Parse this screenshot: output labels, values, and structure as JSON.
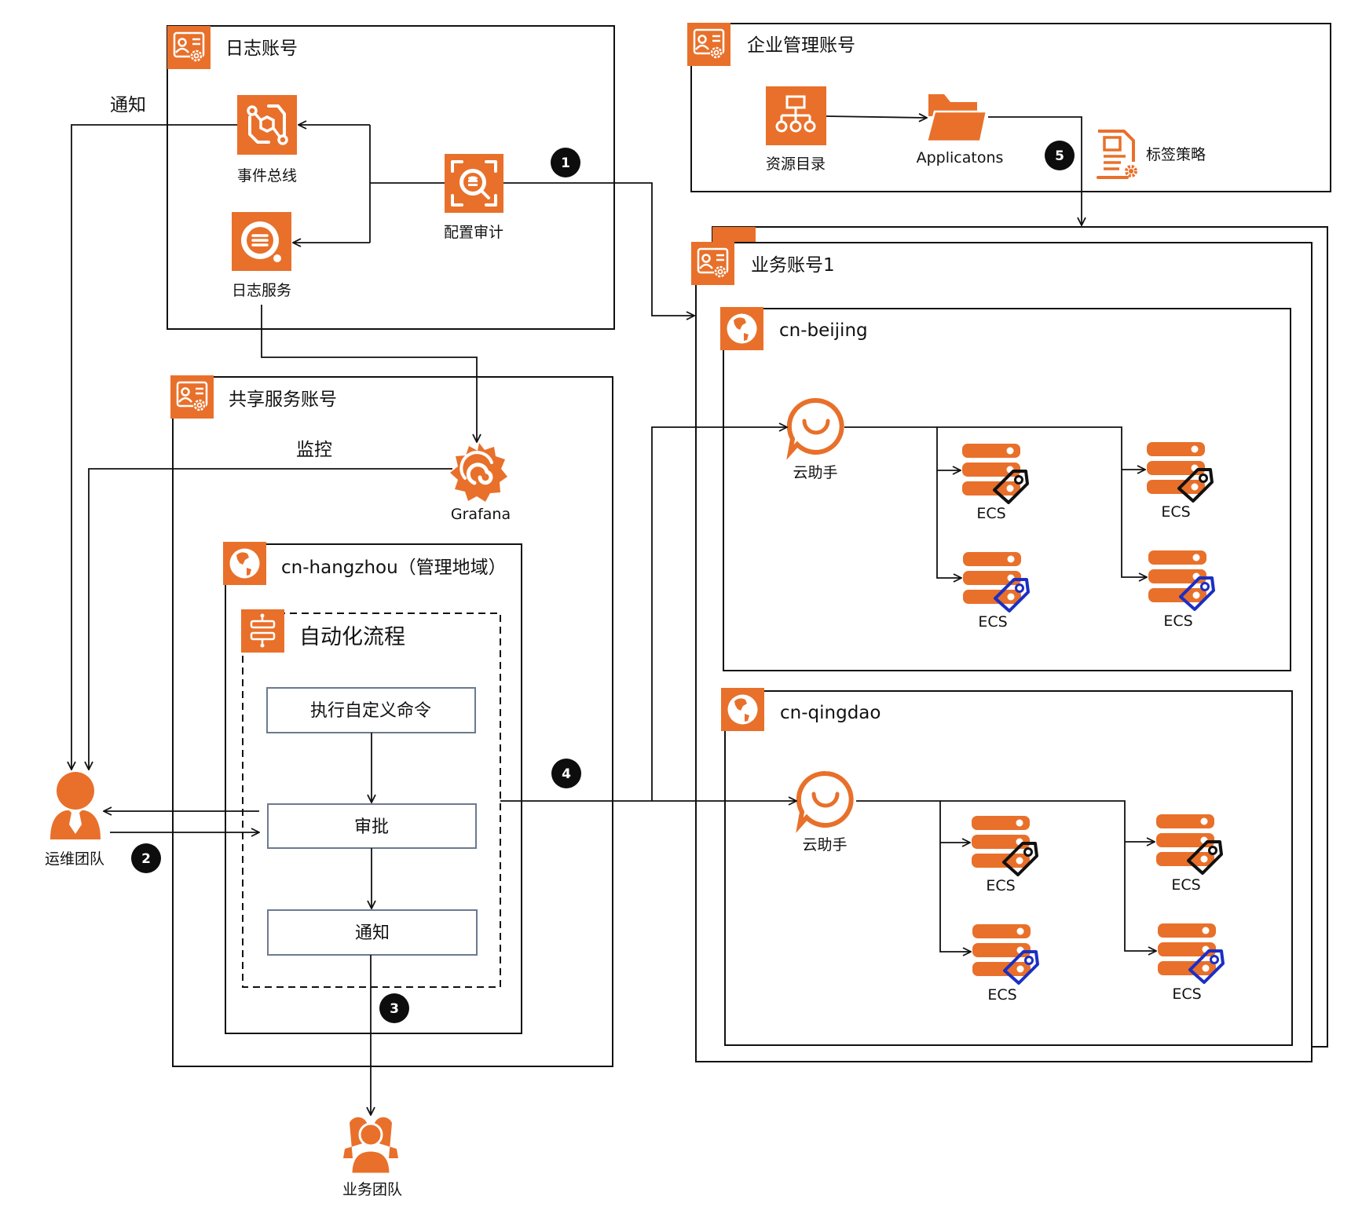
{
  "colors": {
    "accent": "#e8702a",
    "line": "#111111",
    "tag_black": "#111111",
    "tag_blue": "#1b2fc4",
    "process_border": "#6b7a90"
  },
  "log_account": {
    "title": "日志账号",
    "icon": "account-settings-icon",
    "event_bus": {
      "label": "事件总线",
      "icon": "event-bus-icon"
    },
    "log_service": {
      "label": "日志服务",
      "icon": "log-service-icon"
    },
    "config_audit": {
      "label": "配置审计",
      "icon": "config-audit-icon"
    }
  },
  "enterprise_account": {
    "title": "企业管理账号",
    "icon": "account-settings-icon",
    "resource_directory": {
      "label": "资源目录",
      "icon": "hierarchy-icon"
    },
    "applications": {
      "label": "Applicatons",
      "icon": "folder-icon"
    },
    "tag_policy": {
      "label": "标签策略",
      "icon": "policy-document-icon"
    }
  },
  "shared_account": {
    "title": "共享服务账号",
    "monitor_label": "监控",
    "grafana": {
      "label": "Grafana",
      "icon": "grafana-icon"
    },
    "region": {
      "title": "cn-hangzhou（管理地域）",
      "icon": "globe-icon",
      "workflow": {
        "title": "自动化流程",
        "icon": "workflow-icon",
        "steps": [
          "执行自定义命令",
          "审批",
          "通知"
        ]
      }
    }
  },
  "notify_label": "通知",
  "ops_team": {
    "label": "运维团队",
    "icon": "user-icon"
  },
  "biz_team": {
    "label": "业务团队",
    "icon": "team-icon"
  },
  "business_account": {
    "title": "业务账号1",
    "icon": "account-settings-icon",
    "regions": [
      {
        "title": "cn-beijing",
        "assistant": "云助手",
        "ecs": [
          {
            "label": "ECS",
            "tag": "black"
          },
          {
            "label": "ECS",
            "tag": "black"
          },
          {
            "label": "ECS",
            "tag": "blue"
          },
          {
            "label": "ECS",
            "tag": "blue"
          }
        ]
      },
      {
        "title": "cn-qingdao",
        "assistant": "云助手",
        "ecs": [
          {
            "label": "ECS",
            "tag": "black"
          },
          {
            "label": "ECS",
            "tag": "black"
          },
          {
            "label": "ECS",
            "tag": "blue"
          },
          {
            "label": "ECS",
            "tag": "blue"
          }
        ]
      }
    ]
  },
  "steps": [
    "1",
    "2",
    "3",
    "4",
    "5"
  ]
}
